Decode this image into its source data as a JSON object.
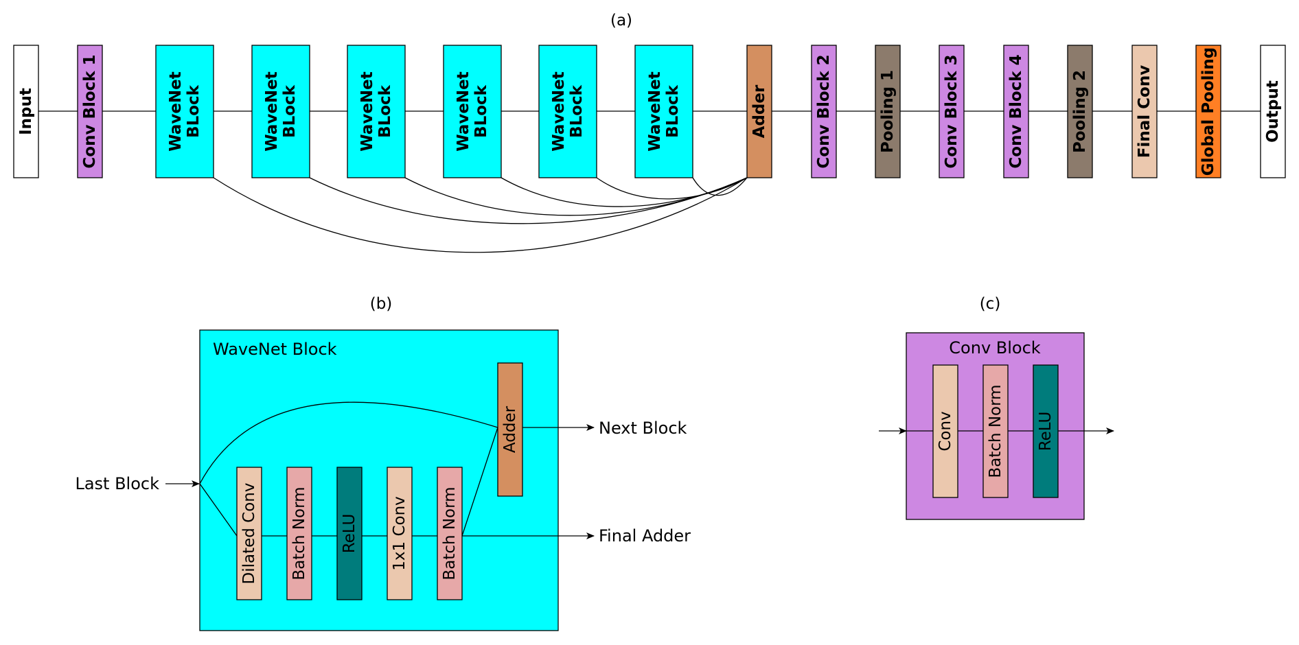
{
  "colors": {
    "cyan": "#00ffff",
    "conv_block": "#cd88e2",
    "pooling": "#8c7b6c",
    "adder": "#d48f60",
    "conv_final": "#ebc8ae",
    "global_pooling": "#ff7f24",
    "batch_norm": "#e6a8a8",
    "relu": "#007c7c",
    "io": "#ffffff"
  },
  "panel_a": {
    "caption": "(a)",
    "blocks": [
      {
        "id": "input",
        "lines": [
          "Input"
        ]
      },
      {
        "id": "conv-block-1",
        "lines": [
          "Conv Block 1"
        ]
      },
      {
        "id": "wavenet-1",
        "lines": [
          "WaveNet",
          "BLock"
        ]
      },
      {
        "id": "wavenet-2",
        "lines": [
          "WaveNet",
          "BLock"
        ]
      },
      {
        "id": "wavenet-3",
        "lines": [
          "WaveNet",
          "BLock"
        ]
      },
      {
        "id": "wavenet-4",
        "lines": [
          "WaveNet",
          "BLock"
        ]
      },
      {
        "id": "wavenet-5",
        "lines": [
          "WaveNet",
          "BLock"
        ]
      },
      {
        "id": "wavenet-6",
        "lines": [
          "WaveNet",
          "BLock"
        ]
      },
      {
        "id": "adder",
        "lines": [
          "Adder"
        ]
      },
      {
        "id": "conv-block-2",
        "lines": [
          "Conv Block 2"
        ]
      },
      {
        "id": "pooling-1",
        "lines": [
          "Pooling 1"
        ]
      },
      {
        "id": "conv-block-3",
        "lines": [
          "Conv Block 3"
        ]
      },
      {
        "id": "conv-block-4",
        "lines": [
          "Conv Block 4"
        ]
      },
      {
        "id": "pooling-2",
        "lines": [
          "Pooling 2"
        ]
      },
      {
        "id": "final-conv",
        "lines": [
          "Final Conv"
        ]
      },
      {
        "id": "global-pooling",
        "lines": [
          "Global Pooling"
        ]
      },
      {
        "id": "output",
        "lines": [
          "Output"
        ]
      }
    ]
  },
  "panel_b": {
    "caption": "(b)",
    "title": "WaveNet Block",
    "input_label": "Last Block",
    "next_label": "Next Block",
    "final_label": "Final Adder",
    "layers": [
      "Dilated Conv",
      "Batch Norm",
      "ReLU",
      "1x1 Conv",
      "Batch Norm"
    ],
    "adder": "Adder"
  },
  "panel_c": {
    "caption": "(c)",
    "title": "Conv Block",
    "layers": [
      "Conv",
      "Batch Norm",
      "ReLU"
    ]
  }
}
